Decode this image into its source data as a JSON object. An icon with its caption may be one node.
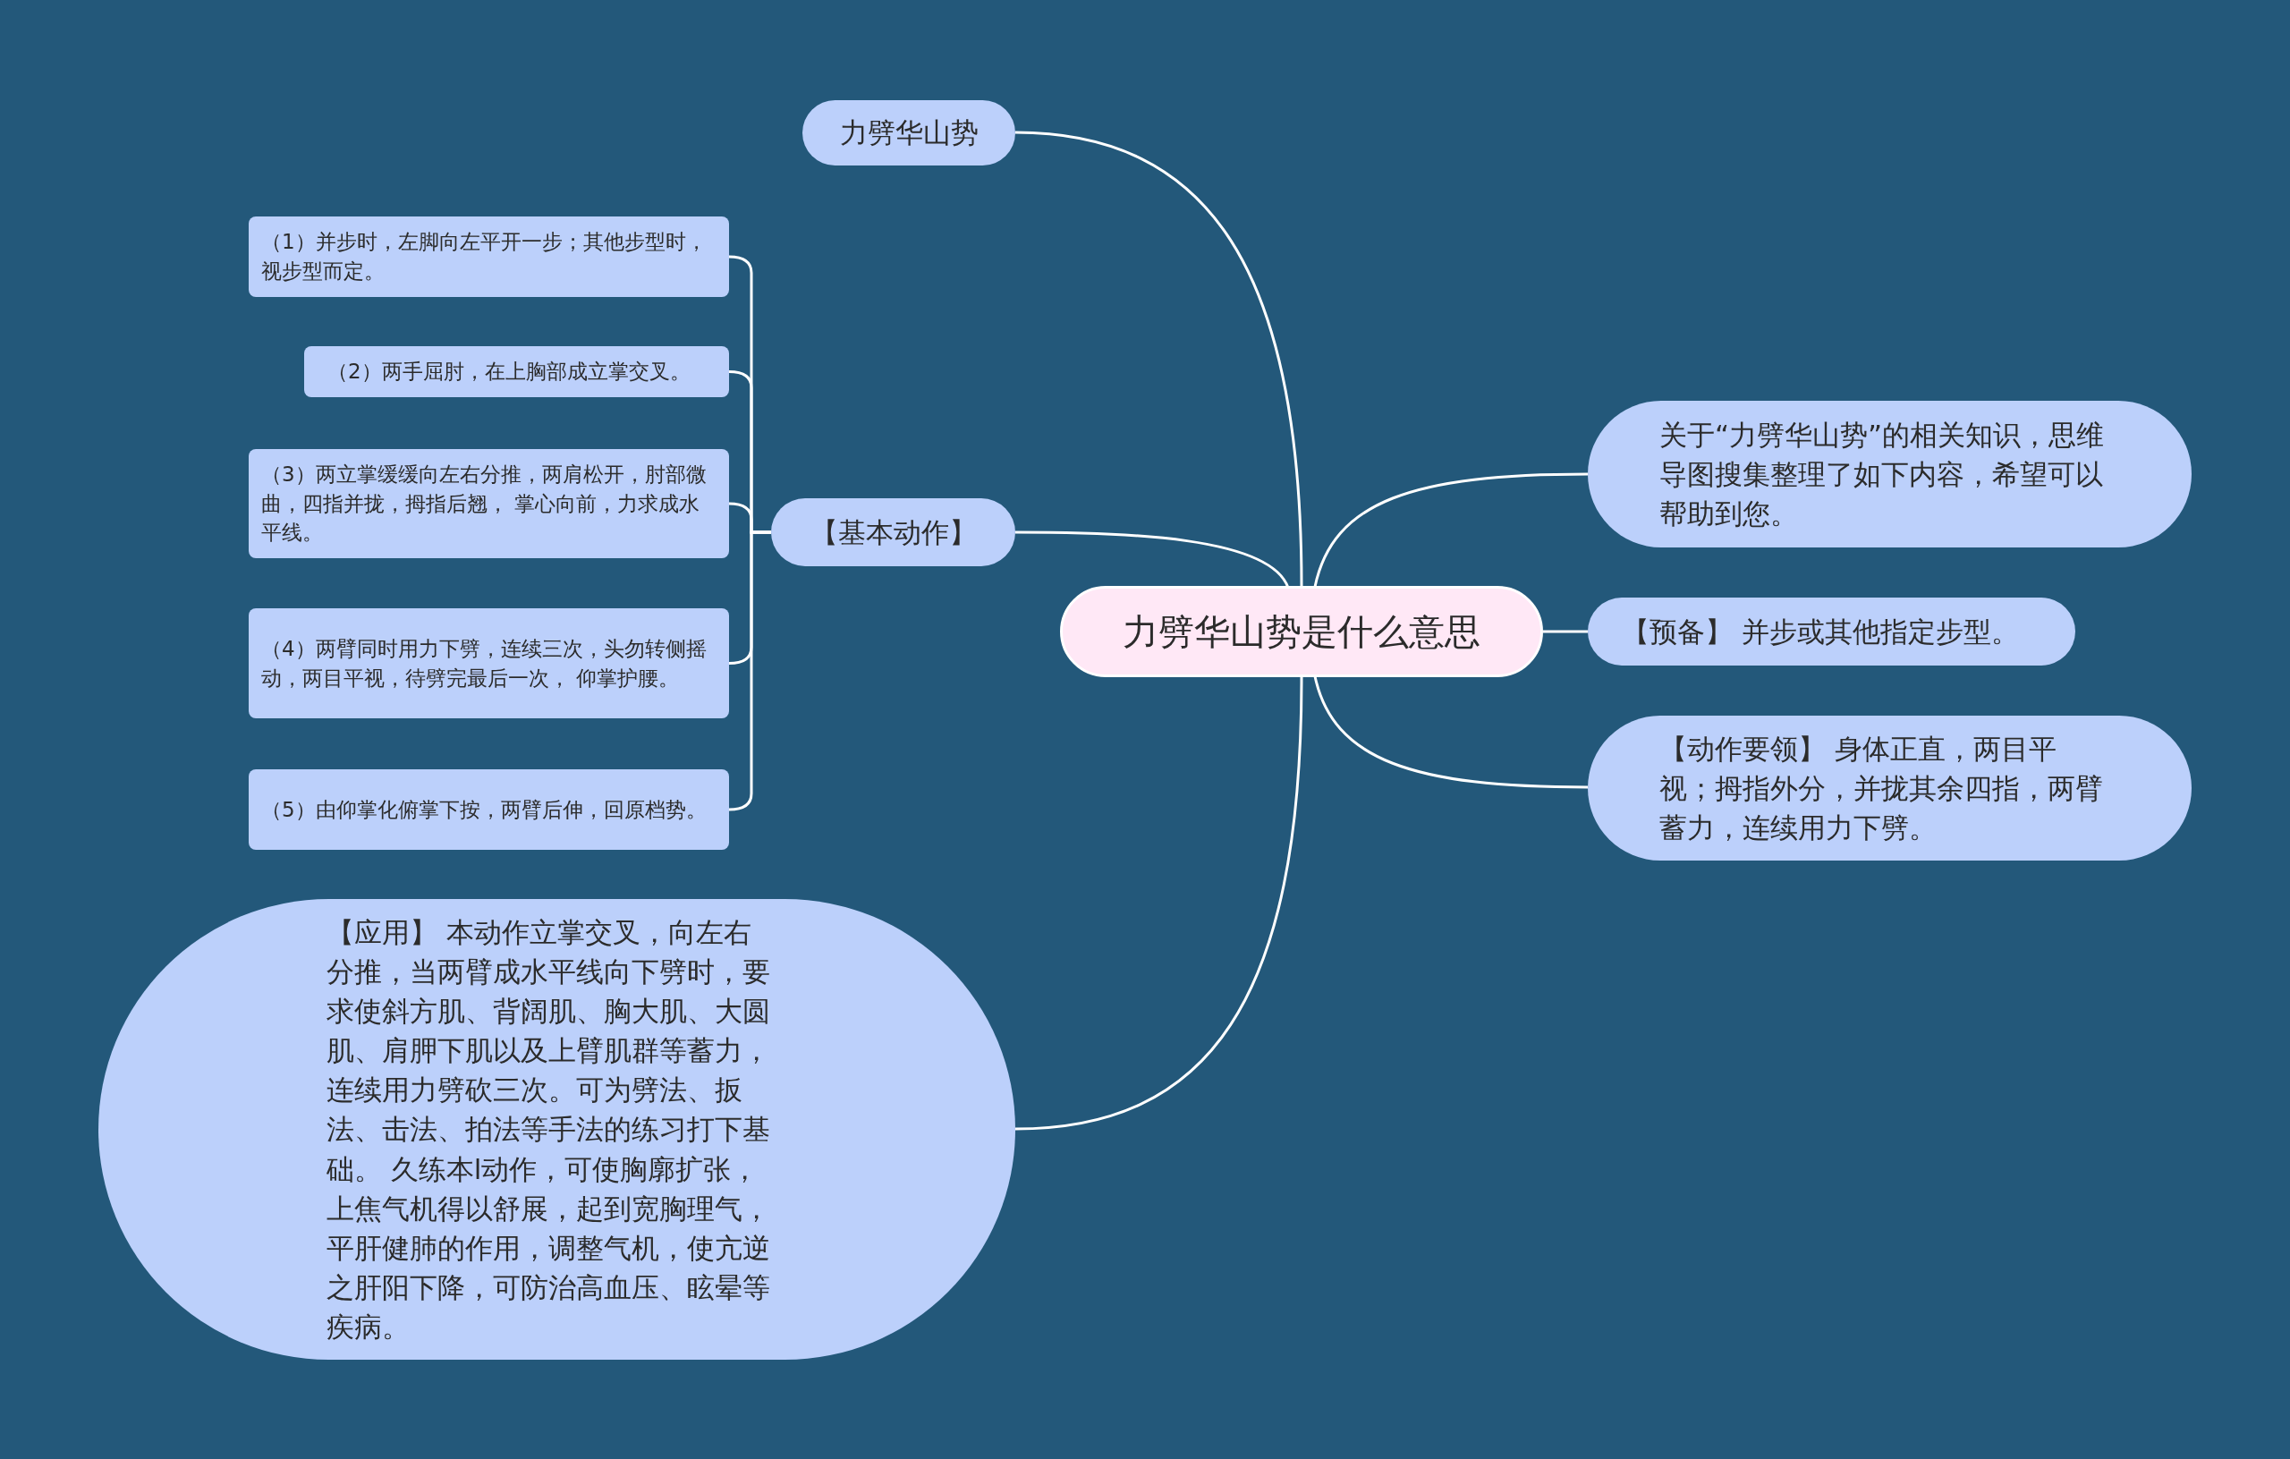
{
  "diagram": {
    "nodes": [
      {
        "text": [
          "力劈华山势是什么意思"
        ]
      },
      {
        "text": [
          "力劈华山势"
        ]
      },
      {
        "text": [
          "【基本动作】"
        ]
      },
      {
        "text": [
          "（1）并步时，左脚向左平开一步；其他步型时，视步型而定。"
        ]
      },
      {
        "text": [
          "（2）两手屈肘，在上胸部成立掌交叉。"
        ]
      },
      {
        "text": [
          "（3）两立掌缓缓向左右分推，两肩松开，肘部微曲，四指并拢，拇指后翘， 掌心向前，力求成水平线。"
        ]
      },
      {
        "text": [
          "（4）两臂同时用力下劈，连续三次，头勿转侧摇动，两目平视，待劈完最后一次， 仰掌护腰。"
        ]
      },
      {
        "text": [
          "（5）由仰掌化俯掌下按，两臂后伸，回原档势。"
        ]
      },
      {
        "text": [
          "【应用】 本动作立掌交叉，向左右分推，当两臂成水平线向下劈时，要求使斜方肌、背阔肌、胸大肌、大圆肌、肩胛下肌以及上臂肌群等蓄力，连续用力劈砍三次。可为劈法、扳法、击法、拍法等手法的练习打下基础。 久练本l动作，可使胸廓扩张，上焦气机得以舒展，起到宽胸理气，平肝健肺的作用，调整气机，使亢逆之肝阳下降，可防治高血压、眩晕等疾病。"
        ]
      },
      {
        "text": [
          "关于“力劈华山势”的相关知识，思维导图搜集整理了如下内容，希望可以帮助到您。"
        ]
      },
      {
        "text": [
          "【预备】 并步或其他指定步型。"
        ]
      },
      {
        "text": [
          "【动作要领】 身体正直，两目平视；拇指外分，并拢其余四指，两臂蓄力，连续用力下劈。"
        ]
      }
    ],
    "edges": [
      {
        "from": 0,
        "to": 1,
        "arrow": "none"
      },
      {
        "from": 0,
        "to": 2,
        "arrow": "none"
      },
      {
        "from": 2,
        "to": 3,
        "arrow": "none"
      },
      {
        "from": 2,
        "to": 4,
        "arrow": "none"
      },
      {
        "from": 2,
        "to": 5,
        "arrow": "none"
      },
      {
        "from": 2,
        "to": 6,
        "arrow": "none"
      },
      {
        "from": 2,
        "to": 7,
        "arrow": "none"
      },
      {
        "from": 0,
        "to": 8,
        "arrow": "none"
      },
      {
        "from": 0,
        "to": 9,
        "arrow": "none"
      },
      {
        "from": 0,
        "to": 10,
        "arrow": "none"
      },
      {
        "from": 0,
        "to": 11,
        "arrow": "none"
      }
    ]
  }
}
